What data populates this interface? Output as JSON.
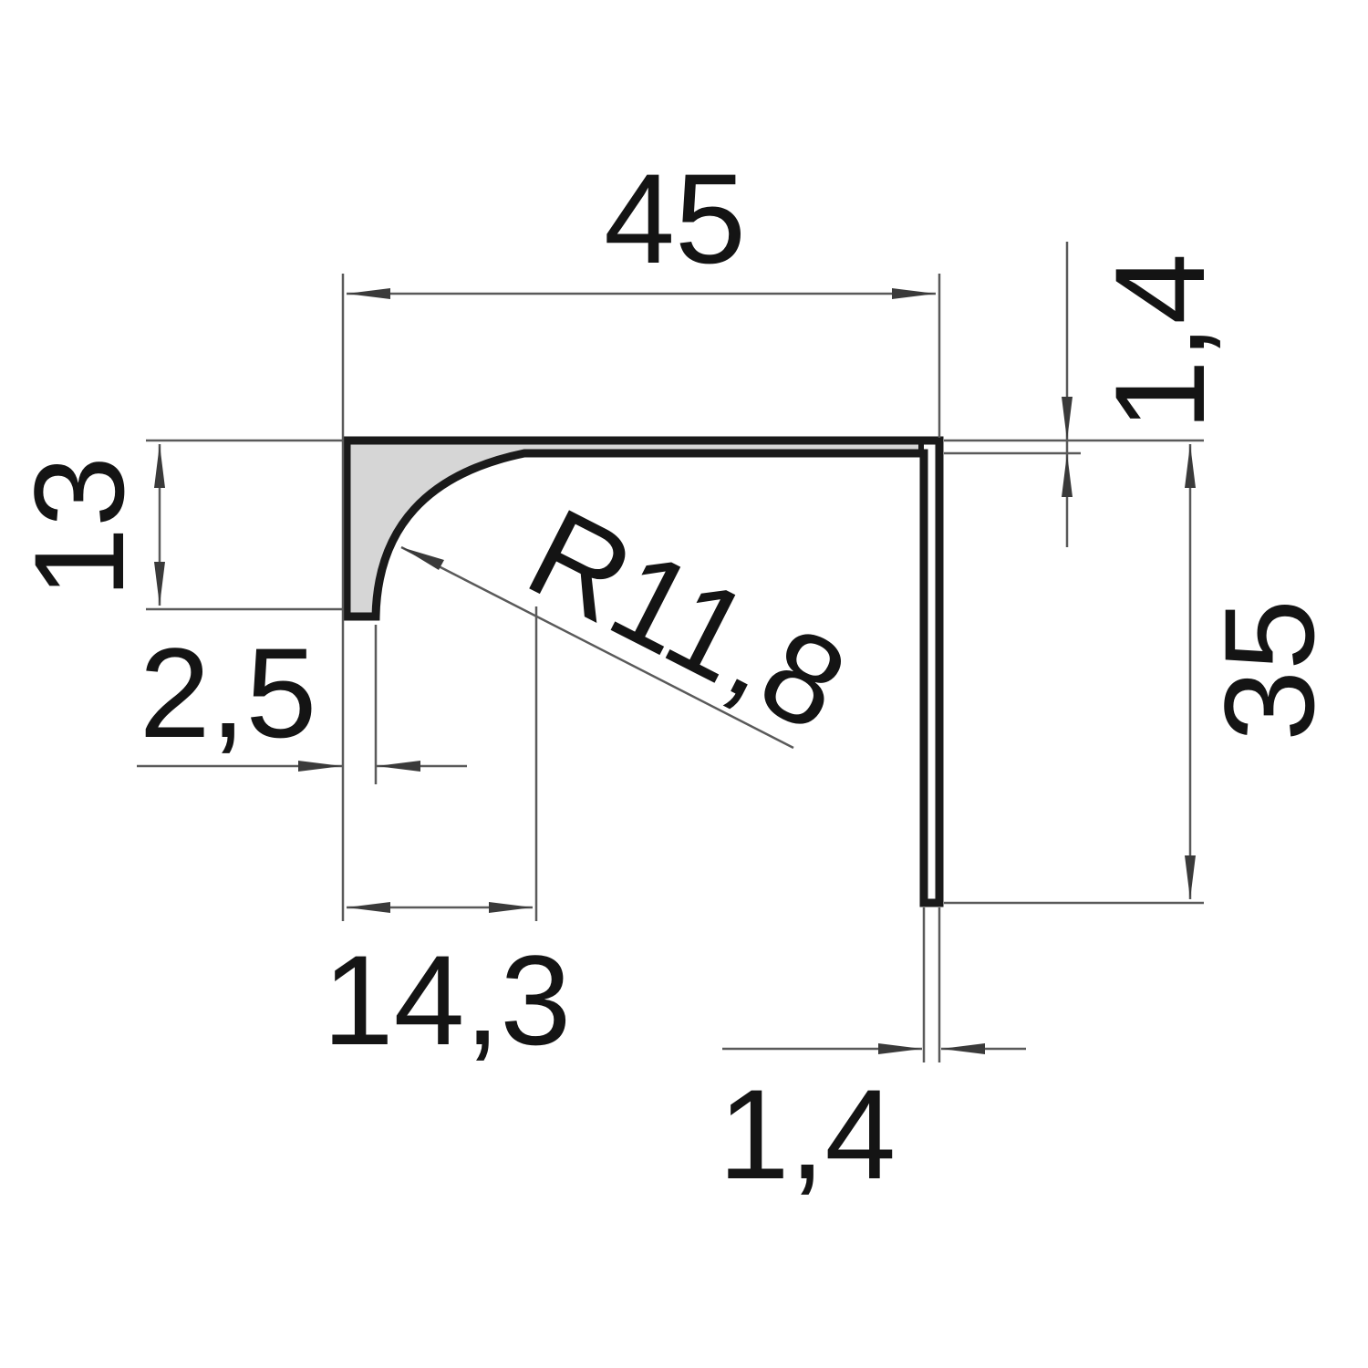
{
  "diagram": {
    "dimensions": {
      "overall_width": "45",
      "top_thickness": "1,4",
      "lip_height": "13",
      "overall_height": "35",
      "radius": "R11,8",
      "lip_width": "2,5",
      "fillet_offset": "14,3",
      "side_thickness": "1,4"
    },
    "colors": {
      "profile": "#1a1a1a",
      "fillet_fill": "#d6d6d6",
      "dimension_line": "#5a5a5a",
      "text": "#141414"
    }
  }
}
